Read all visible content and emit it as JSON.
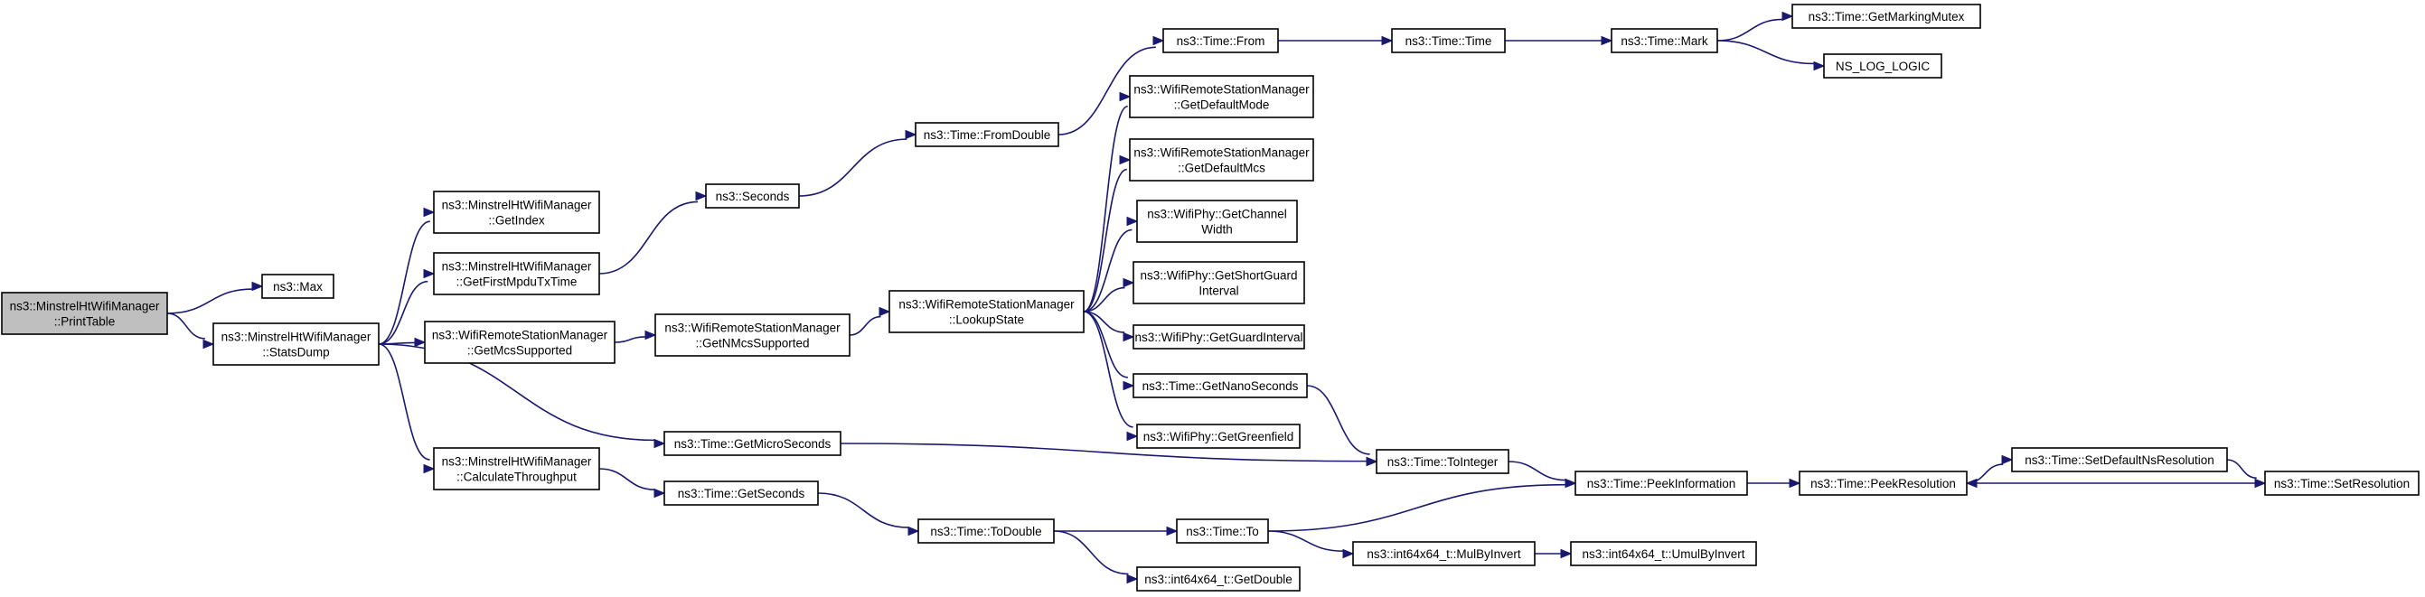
{
  "graph": {
    "colors": {
      "edge": "#191970",
      "root_fill": "#bfbfbf",
      "node_fill": "#ffffff",
      "border": "#000000"
    },
    "nodes": [
      {
        "id": "printtable",
        "lines": [
          "ns3::MinstrelHtWifiManager",
          "::PrintTable"
        ],
        "root": true
      },
      {
        "id": "max",
        "lines": [
          "ns3::Max"
        ]
      },
      {
        "id": "statsdump",
        "lines": [
          "ns3::MinstrelHtWifiManager",
          "::StatsDump"
        ]
      },
      {
        "id": "getindex",
        "lines": [
          "ns3::MinstrelHtWifiManager",
          "::GetIndex"
        ]
      },
      {
        "id": "getfirstmpdu",
        "lines": [
          "ns3::MinstrelHtWifiManager",
          "::GetFirstMpduTxTime"
        ]
      },
      {
        "id": "getmcssupported",
        "lines": [
          "ns3::WifiRemoteStationManager",
          "::GetMcsSupported"
        ]
      },
      {
        "id": "calcthroughput",
        "lines": [
          "ns3::MinstrelHtWifiManager",
          "::CalculateThroughput"
        ]
      },
      {
        "id": "seconds",
        "lines": [
          "ns3::Seconds"
        ]
      },
      {
        "id": "getnmcs",
        "lines": [
          "ns3::WifiRemoteStationManager",
          "::GetNMcsSupported"
        ]
      },
      {
        "id": "getmicro",
        "lines": [
          "ns3::Time::GetMicroSeconds"
        ]
      },
      {
        "id": "getseconds",
        "lines": [
          "ns3::Time::GetSeconds"
        ]
      },
      {
        "id": "fromdouble",
        "lines": [
          "ns3::Time::FromDouble"
        ]
      },
      {
        "id": "lookupstate",
        "lines": [
          "ns3::WifiRemoteStationManager",
          "::LookupState"
        ]
      },
      {
        "id": "todouble",
        "lines": [
          "ns3::Time::ToDouble"
        ]
      },
      {
        "id": "from",
        "lines": [
          "ns3::Time::From"
        ]
      },
      {
        "id": "getdefaultmode",
        "lines": [
          "ns3::WifiRemoteStationManager",
          "::GetDefaultMode"
        ]
      },
      {
        "id": "getdefaultmcs",
        "lines": [
          "ns3::WifiRemoteStationManager",
          "::GetDefaultMcs"
        ]
      },
      {
        "id": "getchannelwidth",
        "lines": [
          "ns3::WifiPhy::GetChannel",
          "Width"
        ]
      },
      {
        "id": "getshortguard",
        "lines": [
          "ns3::WifiPhy::GetShortGuard",
          "Interval"
        ]
      },
      {
        "id": "getguardinterval",
        "lines": [
          "ns3::WifiPhy::GetGuardInterval"
        ]
      },
      {
        "id": "getnano",
        "lines": [
          "ns3::Time::GetNanoSeconds"
        ]
      },
      {
        "id": "getgreenfield",
        "lines": [
          "ns3::WifiPhy::GetGreenfield"
        ]
      },
      {
        "id": "timeto",
        "lines": [
          "ns3::Time::To"
        ]
      },
      {
        "id": "getdouble",
        "lines": [
          "ns3::int64x64_t::GetDouble"
        ]
      },
      {
        "id": "timetime",
        "lines": [
          "ns3::Time::Time"
        ]
      },
      {
        "id": "tointeger",
        "lines": [
          "ns3::Time::ToInteger"
        ]
      },
      {
        "id": "mulbyinvert",
        "lines": [
          "ns3::int64x64_t::MulByInvert"
        ]
      },
      {
        "id": "mark",
        "lines": [
          "ns3::Time::Mark"
        ]
      },
      {
        "id": "peekinfo",
        "lines": [
          "ns3::Time::PeekInformation"
        ]
      },
      {
        "id": "umulbyinvert",
        "lines": [
          "ns3::int64x64_t::UmulByInvert"
        ]
      },
      {
        "id": "getmarkingmutex",
        "lines": [
          "ns3::Time::GetMarkingMutex"
        ]
      },
      {
        "id": "nsloglogic",
        "lines": [
          "NS_LOG_LOGIC"
        ]
      },
      {
        "id": "peekresolution",
        "lines": [
          "ns3::Time::PeekResolution"
        ]
      },
      {
        "id": "setdefaultns",
        "lines": [
          "ns3::Time::SetDefaultNsResolution"
        ]
      },
      {
        "id": "setresolution",
        "lines": [
          "ns3::Time::SetResolution"
        ]
      }
    ],
    "edges": [
      {
        "from": "printtable",
        "to": "max"
      },
      {
        "from": "printtable",
        "to": "statsdump"
      },
      {
        "from": "statsdump",
        "to": "getindex"
      },
      {
        "from": "statsdump",
        "to": "getfirstmpdu"
      },
      {
        "from": "statsdump",
        "to": "getmcssupported"
      },
      {
        "from": "statsdump",
        "to": "getmicro"
      },
      {
        "from": "statsdump",
        "to": "calcthroughput"
      },
      {
        "from": "getfirstmpdu",
        "to": "seconds"
      },
      {
        "from": "getmcssupported",
        "to": "getnmcs"
      },
      {
        "from": "calcthroughput",
        "to": "getseconds"
      },
      {
        "from": "seconds",
        "to": "fromdouble"
      },
      {
        "from": "getnmcs",
        "to": "lookupstate"
      },
      {
        "from": "getmicro",
        "to": "tointeger"
      },
      {
        "from": "getseconds",
        "to": "todouble"
      },
      {
        "from": "fromdouble",
        "to": "from"
      },
      {
        "from": "lookupstate",
        "to": "getdefaultmode"
      },
      {
        "from": "lookupstate",
        "to": "getdefaultmcs"
      },
      {
        "from": "lookupstate",
        "to": "getchannelwidth"
      },
      {
        "from": "lookupstate",
        "to": "getshortguard"
      },
      {
        "from": "lookupstate",
        "to": "getguardinterval"
      },
      {
        "from": "lookupstate",
        "to": "getnano"
      },
      {
        "from": "lookupstate",
        "to": "getgreenfield"
      },
      {
        "from": "todouble",
        "to": "timeto"
      },
      {
        "from": "todouble",
        "to": "getdouble"
      },
      {
        "from": "from",
        "to": "timetime"
      },
      {
        "from": "getnano",
        "to": "tointeger"
      },
      {
        "from": "timeto",
        "to": "peekinfo"
      },
      {
        "from": "timeto",
        "to": "mulbyinvert"
      },
      {
        "from": "timetime",
        "to": "mark"
      },
      {
        "from": "tointeger",
        "to": "peekinfo"
      },
      {
        "from": "mulbyinvert",
        "to": "umulbyinvert"
      },
      {
        "from": "mark",
        "to": "getmarkingmutex"
      },
      {
        "from": "mark",
        "to": "nsloglogic"
      },
      {
        "from": "peekinfo",
        "to": "peekresolution"
      },
      {
        "from": "peekresolution",
        "to": "setdefaultns"
      },
      {
        "from": "setdefaultns",
        "to": "setresolution"
      },
      {
        "from": "setresolution",
        "to": "peekresolution"
      }
    ]
  }
}
